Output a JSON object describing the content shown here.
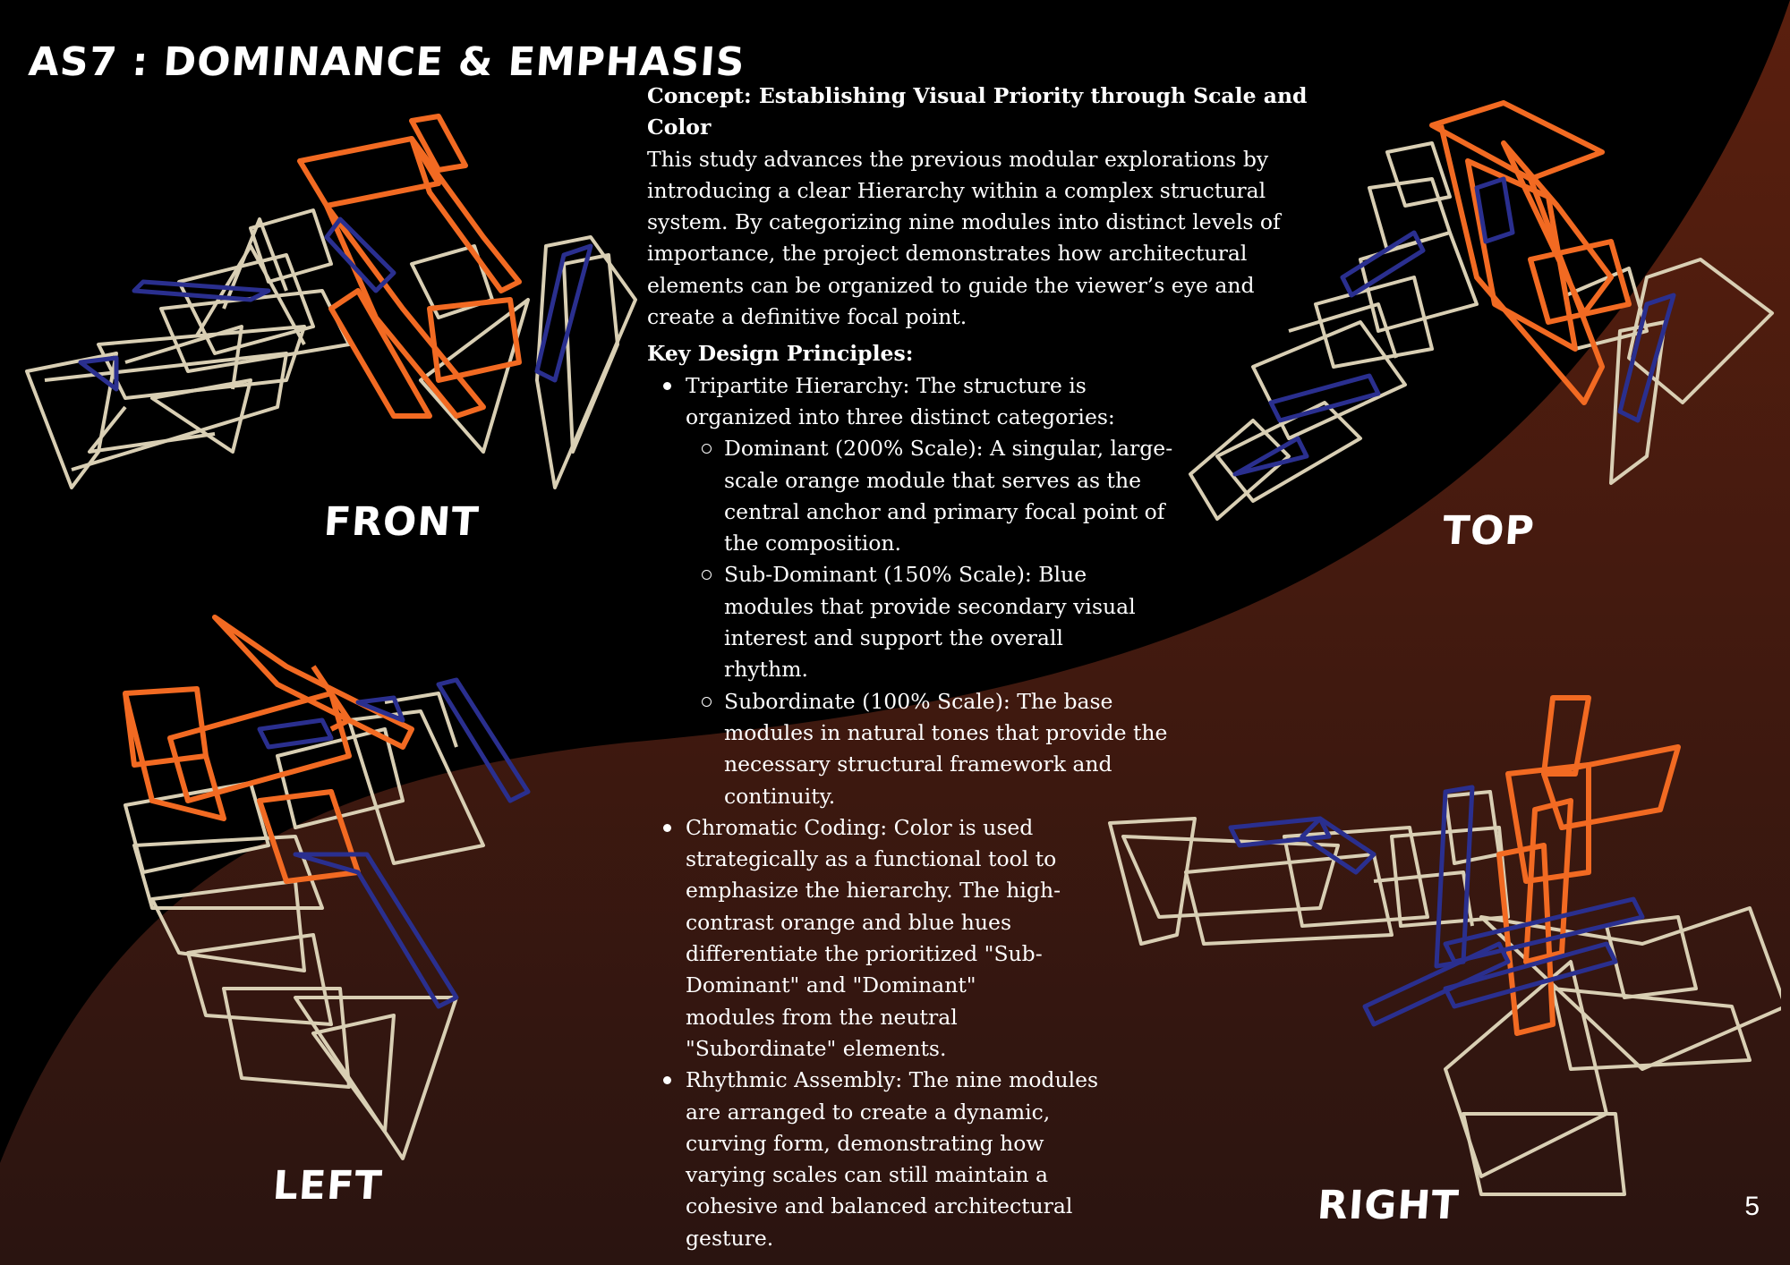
{
  "page": {
    "title": "AS7 : DOMINANCE & EMPHASIS",
    "page_number": "5"
  },
  "colors": {
    "background": "#000000",
    "accent_rust": "#5a1f0e",
    "dominant_orange": "#f26a22",
    "subdominant_blue": "#2a2f8f",
    "subordinate_natural": "#d9cfb4"
  },
  "views": {
    "front": "FRONT",
    "top": "TOP",
    "left": "LEFT",
    "right": "RIGHT"
  },
  "content": {
    "concept_heading": "Concept: Establishing Visual Priority through Scale and Color",
    "concept_body": "This study advances the previous modular explorations by introducing a clear Hierarchy within a complex structural system. By categorizing nine modules into distinct levels of importance, the project demonstrates how architectural elements can be organized to guide the viewer’s eye and create a definitive focal point.",
    "principles_heading": "Key Design Principles:",
    "principles": [
      {
        "text": "Tripartite Hierarchy: The structure is organized into three distinct categories:",
        "sub": [
          "Dominant (200% Scale): A singular, large-scale orange module that serves as the central anchor and primary focal point of the composition.",
          "Sub-Dominant (150% Scale): Blue modules that provide secondary visual interest and support the overall rhythm.",
          "Subordinate (100% Scale): The base modules in natural tones that provide the necessary structural framework and continuity."
        ]
      },
      {
        "text": "Chromatic Coding: Color is used strategically as a functional tool to emphasize the hierarchy. The high-contrast orange and blue hues differentiate the prioritized \"Sub-Dominant\" and \"Dominant\" modules from the neutral \"Subordinate\" elements."
      },
      {
        "text": "Rhythmic Assembly: The nine modules are arranged to create a dynamic, curving form, demonstrating how varying scales can still maintain a cohesive and balanced architectural gesture."
      }
    ]
  }
}
